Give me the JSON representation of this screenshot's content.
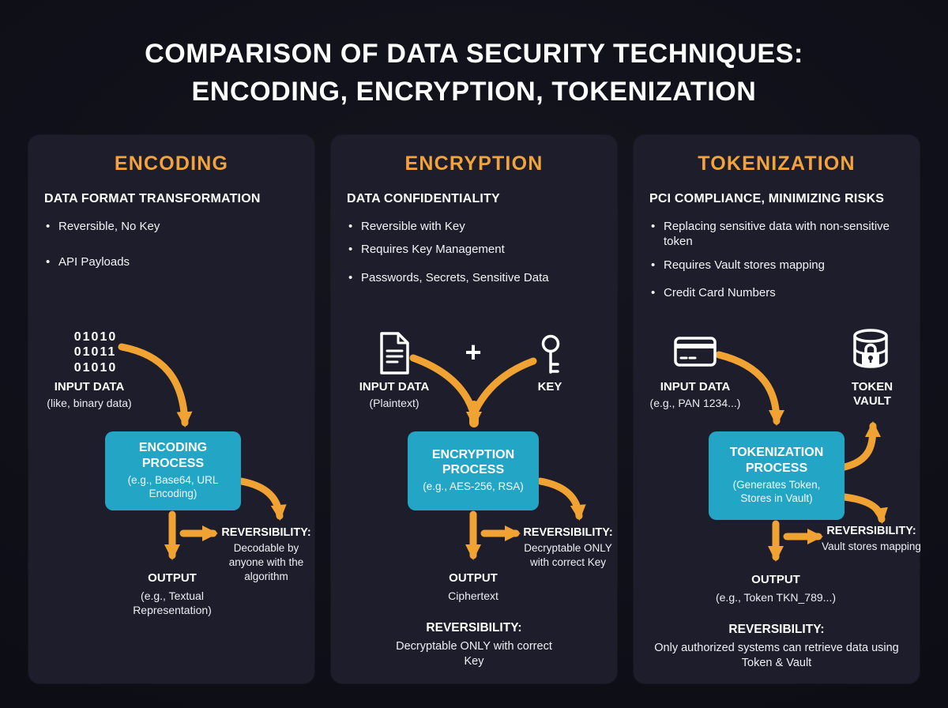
{
  "page": {
    "title_line1": "COMPARISON OF DATA SECURITY TECHNIQUES:",
    "title_line2": "ENCODING, ENCRYPTION, TOKENIZATION"
  },
  "colors": {
    "background": "#0c0c15",
    "card_background": "#1d1d2b",
    "accent_orange": "#f0a232",
    "process_teal": "#23a5c5",
    "text_primary": "#ffffff"
  },
  "cards": [
    {
      "title": "ENCODING",
      "subtitle": "DATA FORMAT TRANSFORMATION",
      "bullets": [
        "Reversible, No Key",
        "API Payloads"
      ],
      "diagram": {
        "binary_lines": [
          "01010",
          "01011",
          "01010"
        ],
        "input_label": "INPUT DATA",
        "input_sub": "(like, binary data)",
        "process_title": "ENCODING PROCESS",
        "process_sub": "(e.g., Base64, URL Encoding)",
        "output_label": "OUTPUT",
        "output_sub": "(e.g., Textual Representation)",
        "reversibility_label": "REVERSIBILITY:",
        "reversibility_text": "Decodable by anyone with the algorithm"
      }
    },
    {
      "title": "ENCRYPTION",
      "subtitle": "DATA CONFIDENTIALITY",
      "bullets": [
        "Reversible with Key",
        "Requires Key Management",
        "Passwords, Secrets, Sensitive Data"
      ],
      "diagram": {
        "plus_sign": "+",
        "input_label": "INPUT DATA",
        "input_sub": "(Plaintext)",
        "key_label": "KEY",
        "process_title": "ENCRYPTION PROCESS",
        "process_sub": "(e.g., AES-256, RSA)",
        "output_label": "OUTPUT",
        "output_sub": "Ciphertext",
        "reversibility_label": "REVERSIBILITY:",
        "reversibility_text": "Decryptable ONLY with correct Key",
        "bottom_reversibility_label": "REVERSIBILITY:",
        "bottom_reversibility_text": "Decryptable ONLY with correct Key"
      }
    },
    {
      "title": "TOKENIZATION",
      "subtitle": "PCI COMPLIANCE, MINIMIZING RISKS",
      "bullets": [
        "Replacing sensitive data with non-sensitive token",
        "Requires Vault stores mapping",
        "Credit Card Numbers"
      ],
      "diagram": {
        "input_label": "INPUT DATA",
        "input_sub": "(e.g., PAN 1234...)",
        "vault_label": "TOKEN VAULT",
        "process_title": "TOKENIZATION PROCESS",
        "process_sub": "(Generates Token, Stores in Vault)",
        "output_label": "OUTPUT",
        "output_sub": "(e.g., Token TKN_789...)",
        "reversibility_label": "REVERSIBILITY:",
        "reversibility_text": "Vault stores mapping",
        "bottom_reversibility_label": "REVERSIBILITY:",
        "bottom_reversibility_text": "Only authorized systems can retrieve data using Token & Vault"
      }
    }
  ]
}
